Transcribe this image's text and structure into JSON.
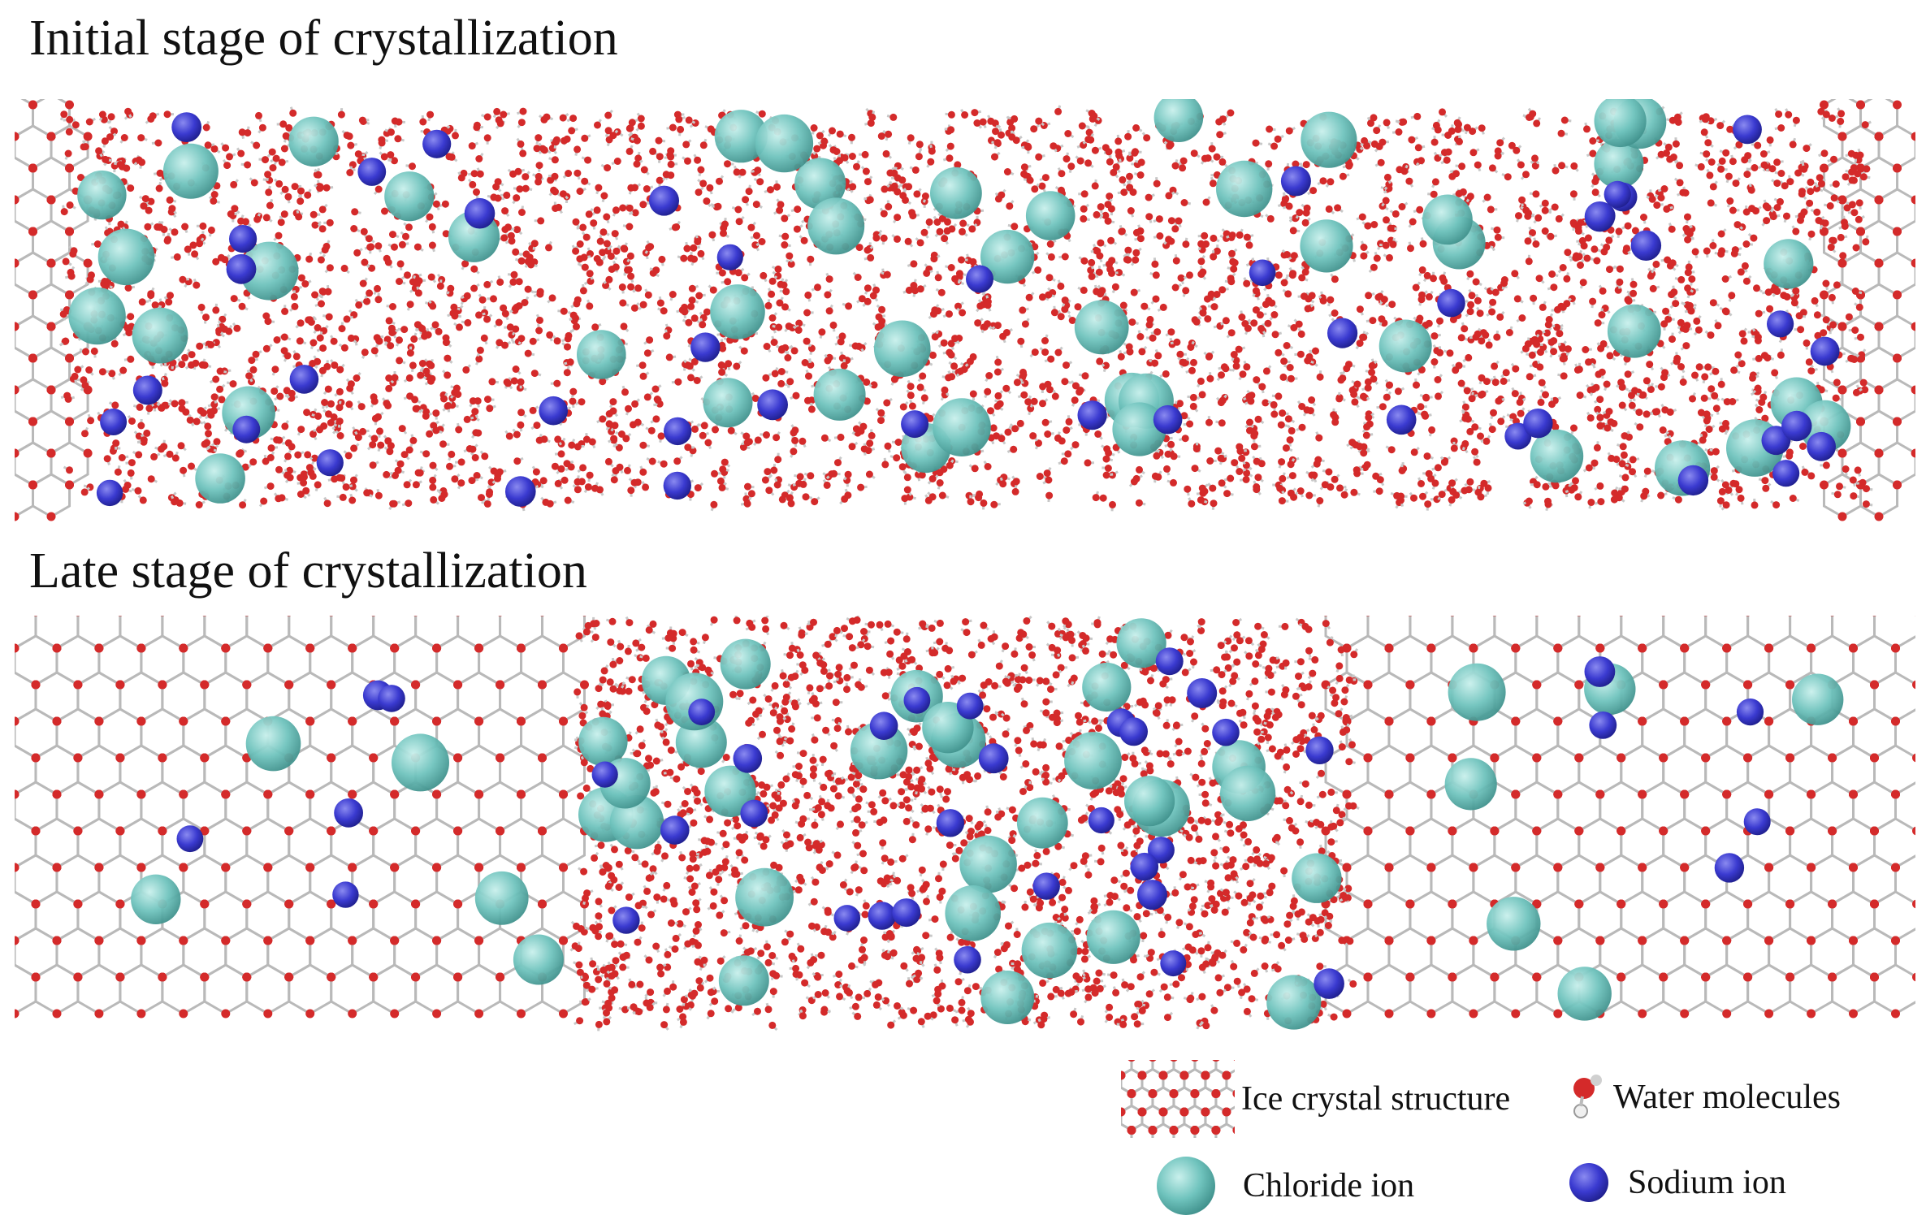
{
  "panels": [
    {
      "id": "top",
      "title": "Initial stage of crystallization"
    },
    {
      "id": "bottom",
      "title": "Late stage of crystallization"
    }
  ],
  "legend": {
    "ice": "Ice crystal structure",
    "water": "Water molecules",
    "chloride": "Chloride ion",
    "sodium": "Sodium ion"
  },
  "colors": {
    "oxygen": "#d42a2a",
    "hydrogen": "#c8c8c8",
    "chloride": "#6fc3bd",
    "chloride_dark": "#3e8f8a",
    "sodium": "#3a3ad0",
    "sodium_dark": "#1e1e8a"
  }
}
